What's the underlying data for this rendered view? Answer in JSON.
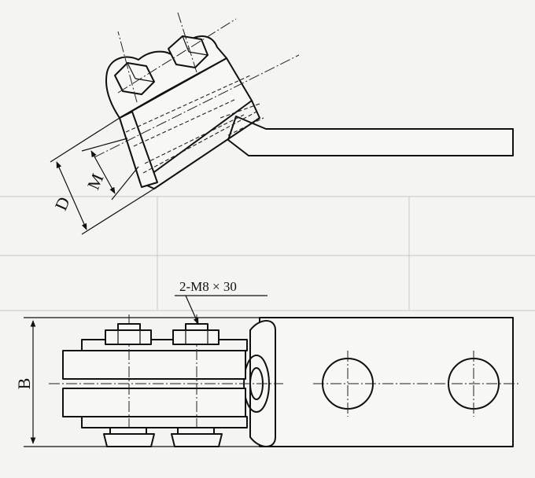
{
  "labels": {
    "dim_d": "D",
    "dim_m": "M",
    "dim_b": "B",
    "bolt_callout": "2-M8 × 30"
  }
}
